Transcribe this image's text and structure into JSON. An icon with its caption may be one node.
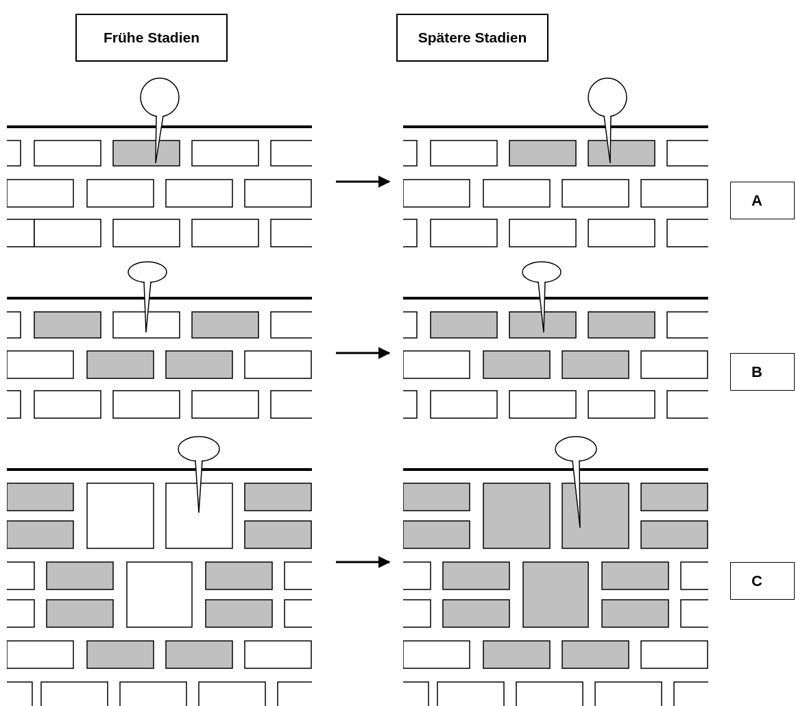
{
  "diagram": {
    "nodes": [
      {
        "text": [
          "Frühe Stadien"
        ]
      },
      {
        "text": [
          "Spätere Stadien"
        ]
      },
      {
        "text": [],
        "shape": "picture"
      },
      {
        "text": [],
        "shape": "picture"
      },
      {
        "text": [
          "A"
        ]
      },
      {
        "text": [],
        "shape": "picture"
      },
      {
        "text": [],
        "shape": "picture"
      },
      {
        "text": [
          "B"
        ]
      },
      {
        "text": [],
        "shape": "picture"
      },
      {
        "text": [],
        "shape": "picture"
      },
      {
        "text": [
          "C"
        ]
      }
    ],
    "edges": [
      {
        "from": 2,
        "to": 3,
        "arrow": "to"
      },
      {
        "from": 5,
        "to": 6,
        "arrow": "to"
      },
      {
        "from": 8,
        "to": 9,
        "arrow": "to"
      }
    ]
  }
}
